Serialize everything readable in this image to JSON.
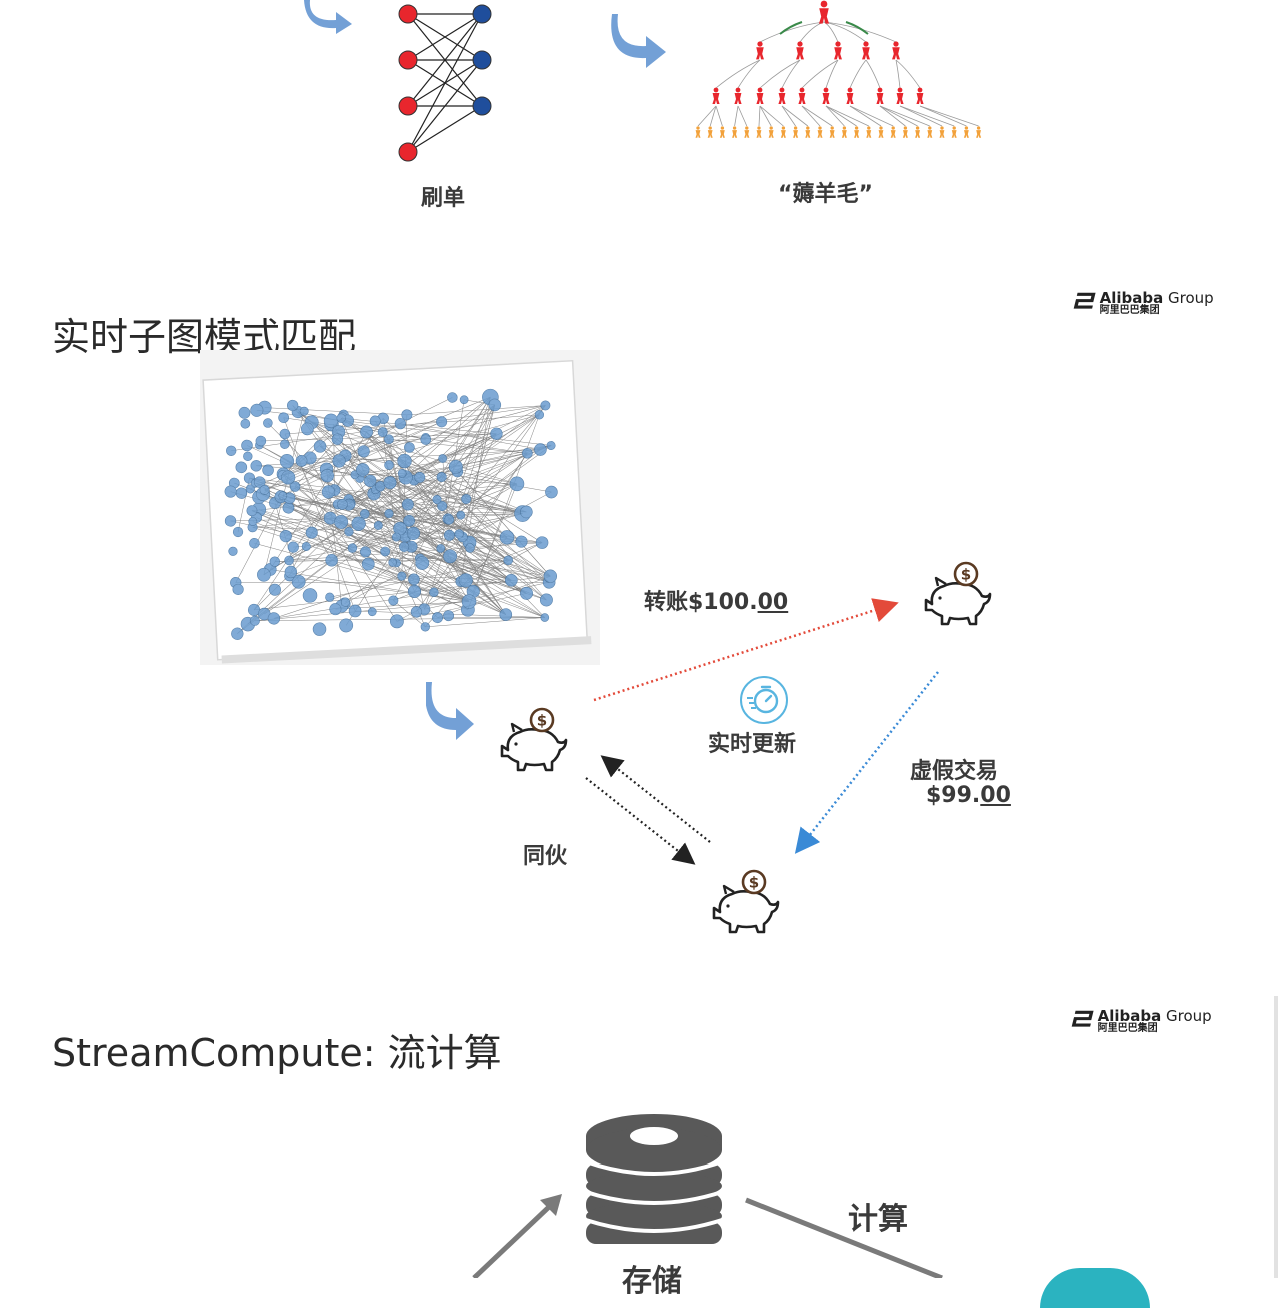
{
  "slide1": {
    "label_left": "刷单",
    "label_right": "“薅羊毛”"
  },
  "slide2": {
    "title": "实时子图模式匹配",
    "transfer_prefix": "转账$100.",
    "transfer_cents": "00",
    "realtime_update": "实时更新",
    "fake_tx_line1": "虚假交易",
    "fake_tx_prefix": "$99.",
    "fake_tx_cents": "00",
    "accomplice": "同伙",
    "currency_symbol": "$"
  },
  "slide3": {
    "title": "StreamCompute: 流计算",
    "compute_label": "计算",
    "storage_label": "存储"
  },
  "logo": {
    "mark": "ㄹ",
    "brand": "Alibaba",
    "group": "Group",
    "sub": "阿里巴巴集团"
  },
  "colors": {
    "red_node": "#e8262d",
    "blue_node": "#1f4e9c",
    "arrow_blue": "#5b8fcf",
    "graph_node": "#6a9ccf",
    "person_red": "#e8262d",
    "person_orange": "#f2a13a",
    "dotted_red": "#e34a3a",
    "dotted_blue": "#3a8ad6",
    "stack_grey": "#595959",
    "teal": "#2bb3c0"
  }
}
